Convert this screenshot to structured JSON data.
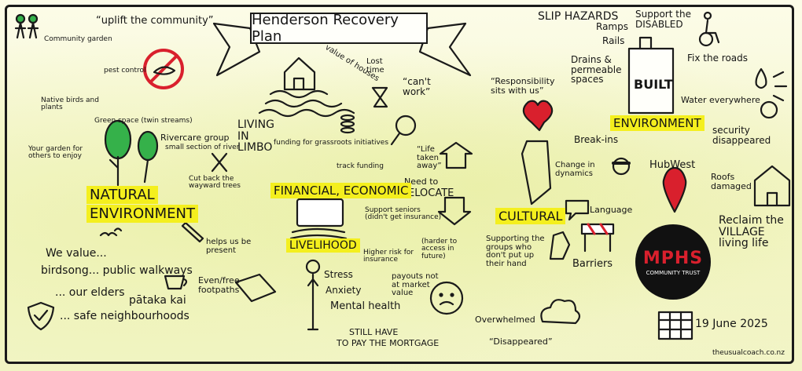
{
  "title": "Henderson Recovery Plan",
  "colors": {
    "highlight": "#f4ef1e",
    "green": "#35b14a",
    "red": "#d9202d"
  },
  "natural": {
    "heading_line1": "NATURAL",
    "heading_line2": "ENVIRONMENT",
    "community_garden": "Community garden",
    "uplift": "“uplift the community”",
    "pest_control": "pest control",
    "native_birds": "Native birds and plants",
    "green_space": "Green space (twin streams)",
    "your_garden": "Your garden for others to enjoy",
    "rivercare": "Rivercare group",
    "rivercare_sub": "small section of river",
    "cut_back": "Cut back the wayward trees",
    "we_value": "We value...",
    "birdsong": "birdsong... public walkways",
    "elders": "... our elders",
    "pataka": "pātaka kai",
    "safe": "... safe neighbourhoods",
    "helps": "helps us be present",
    "footpaths": "Even/free footpaths"
  },
  "financial": {
    "living_limbo": "LIVING IN LIMBO",
    "value_of_houses": "value of houses",
    "lost_time": "Lost time",
    "cant_work": "“can't work”",
    "funding_grassroots": "funding for grassroots initiatives",
    "track_funding": "track funding",
    "life_taken": "“Life taken away”",
    "need_relocate_1": "Need to",
    "need_relocate_2": "RELOCATE",
    "heading": "FINANCIAL, ECONOMIC",
    "support_seniors": "Support seniors (didn't get insurance)",
    "higher_risk": "Higher risk for insurance",
    "harder_access": "(harder to access in future)",
    "livelihood": "LIVELIHOOD",
    "stress": "Stress",
    "anxiety": "Anxiety",
    "mental_health": "Mental health",
    "payouts": "payouts not at market value",
    "still_have_1": "STILL HAVE",
    "still_have_2": "TO PAY THE MORTGAGE"
  },
  "cultural": {
    "responsibility": "“Responsibility sits with us”",
    "heading": "CULTURAL",
    "break_ins": "Break-ins",
    "change_dynamics": "Change in dynamics",
    "language": "Language",
    "supporting_groups": "Supporting the groups who don't put up their hand",
    "barriers": "Barriers",
    "overwhelmed": "Overwhelmed",
    "disappeared": "“Disappeared”"
  },
  "built": {
    "slip_hazards": "SLIP HAZARDS",
    "ramps": "Ramps",
    "rails": "Rails",
    "support_disabled": "Support the DISABLED",
    "drains": "Drains & permeable spaces",
    "fix_roads": "Fix the roads",
    "water": "Water everywhere",
    "heading_line1": "BUILT",
    "heading_line2": "ENVIRONMENT",
    "security": "security disappeared",
    "hubwest": "HubWest",
    "roofs": "Roofs damaged",
    "reclaim": "Reclaim the VILLAGE living life",
    "trust_logo": "MPHS",
    "trust_name": "COMMUNITY TRUST",
    "date": "19 June 2025",
    "credit": "theusualcoach.co.nz"
  }
}
